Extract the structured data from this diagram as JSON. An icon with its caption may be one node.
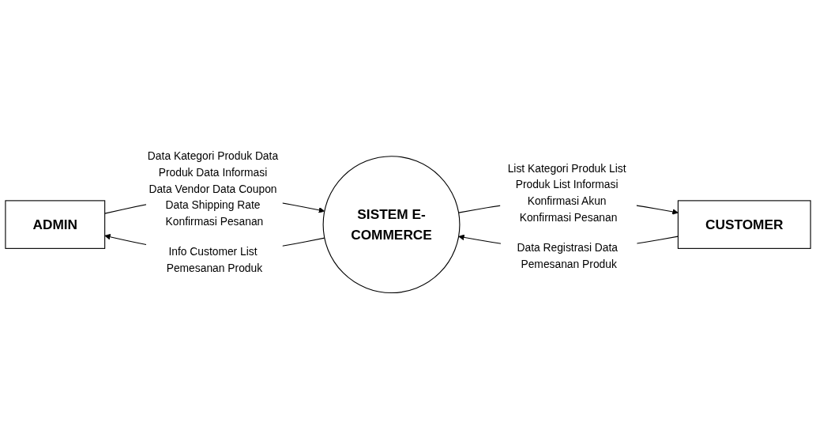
{
  "diagram": {
    "nodes": [
      {
        "text": [
          "ADMIN"
        ]
      },
      {
        "text": [
          "SISTEM E-COMMERCE"
        ]
      },
      {
        "text": [
          "CUSTOMER"
        ]
      }
    ],
    "edges": [
      {
        "from": 0,
        "to": 1,
        "arrow": "to",
        "label": "Data Kategori Produk Data Produk Data Informasi Data Vendor Data Coupon Data Shipping Rate Konfirmasi Pesanan"
      },
      {
        "from": 1,
        "to": 0,
        "arrow": "to",
        "label": "Info Customer List Pemesanan Produk"
      },
      {
        "from": 1,
        "to": 2,
        "arrow": "to",
        "label": "List Kategori Produk List Produk List Informasi Konfirmasi Akun Konfirmasi Pesanan"
      },
      {
        "from": 2,
        "to": 1,
        "arrow": "to",
        "label": "Data Registrasi Data Pemesanan Produk"
      }
    ]
  }
}
